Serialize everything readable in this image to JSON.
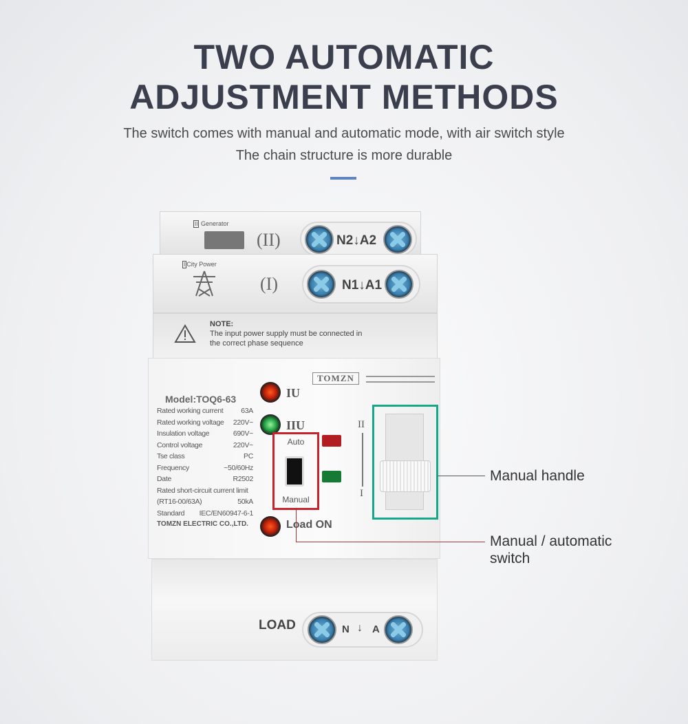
{
  "header": {
    "title_line1": "TWO AUTOMATIC",
    "title_line2": "ADJUSTMENT METHODS",
    "subtitle_line1": "The switch comes with manual and automatic mode, with air switch style",
    "subtitle_line2": "The chain structure is more durable",
    "accent_color": "#5b85c8"
  },
  "device": {
    "generator_label": "Generator",
    "generator_mark": "II",
    "source2_symbol": "(II)",
    "terminal2": "N2↓A2",
    "city_label": "City Power",
    "city_mark": "I",
    "source1_symbol": "(I)",
    "terminal1": "N1↓A1",
    "note_title": "NOTE:",
    "note_line1": "The input power supply must be connected in",
    "note_line2": "the correct phase sequence",
    "brand": "TOMZN",
    "model": "Model:TOQ6-63",
    "specs": [
      {
        "k": "Rated working current",
        "v": "63A"
      },
      {
        "k": "Rated working voltage",
        "v": "220V~"
      },
      {
        "k": "Insulation voltage",
        "v": "690V~"
      },
      {
        "k": "Control voltage",
        "v": "220V~"
      },
      {
        "k": "Tse class",
        "v": "PC"
      },
      {
        "k": "Frequency",
        "v": "~50/60Hz"
      },
      {
        "k": "Date",
        "v": "R2502"
      }
    ],
    "spec_sc_line1": "Rated short-circuit current limit",
    "spec_sc_k": "(RT16-00/63A)",
    "spec_sc_v": "50kA",
    "spec_std_k": "Standard",
    "spec_std_v": "IEC/EN60947-6-1",
    "maker": "TOMZN ELECTRIC CO.,LTD.",
    "led1": "IU",
    "led2": "IIU",
    "led3": "Load ON",
    "auto": "Auto",
    "manual": "Manual",
    "pos_ii": "II",
    "pos_i": "I",
    "load": "LOAD",
    "load_n": "N",
    "load_arrow": "↓",
    "load_a": "A"
  },
  "callouts": {
    "handle": "Manual handle",
    "switch_line1": "Manual / automatic",
    "switch_line2": "switch",
    "highlight_red": "#c8232c",
    "highlight_green": "#17a88a"
  }
}
